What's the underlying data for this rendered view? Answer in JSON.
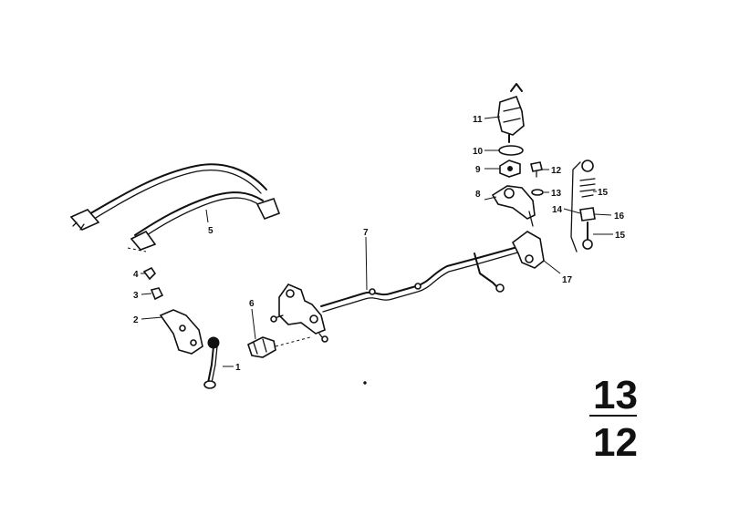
{
  "callouts": {
    "p1": "1",
    "p2": "2",
    "p3": "3",
    "p4": "4",
    "p5": "5",
    "p6": "6",
    "p7": "7",
    "p8": "8",
    "p9": "9",
    "p10": "10",
    "p11": "11",
    "p12": "12",
    "p13": "13",
    "p14": "14",
    "p15a": "15",
    "p15b": "15",
    "p16": "16",
    "p17": "17"
  },
  "page_ref": {
    "top": "13",
    "bottom": "12"
  },
  "colors": {
    "ink": "#111111",
    "paper": "#ffffff"
  }
}
